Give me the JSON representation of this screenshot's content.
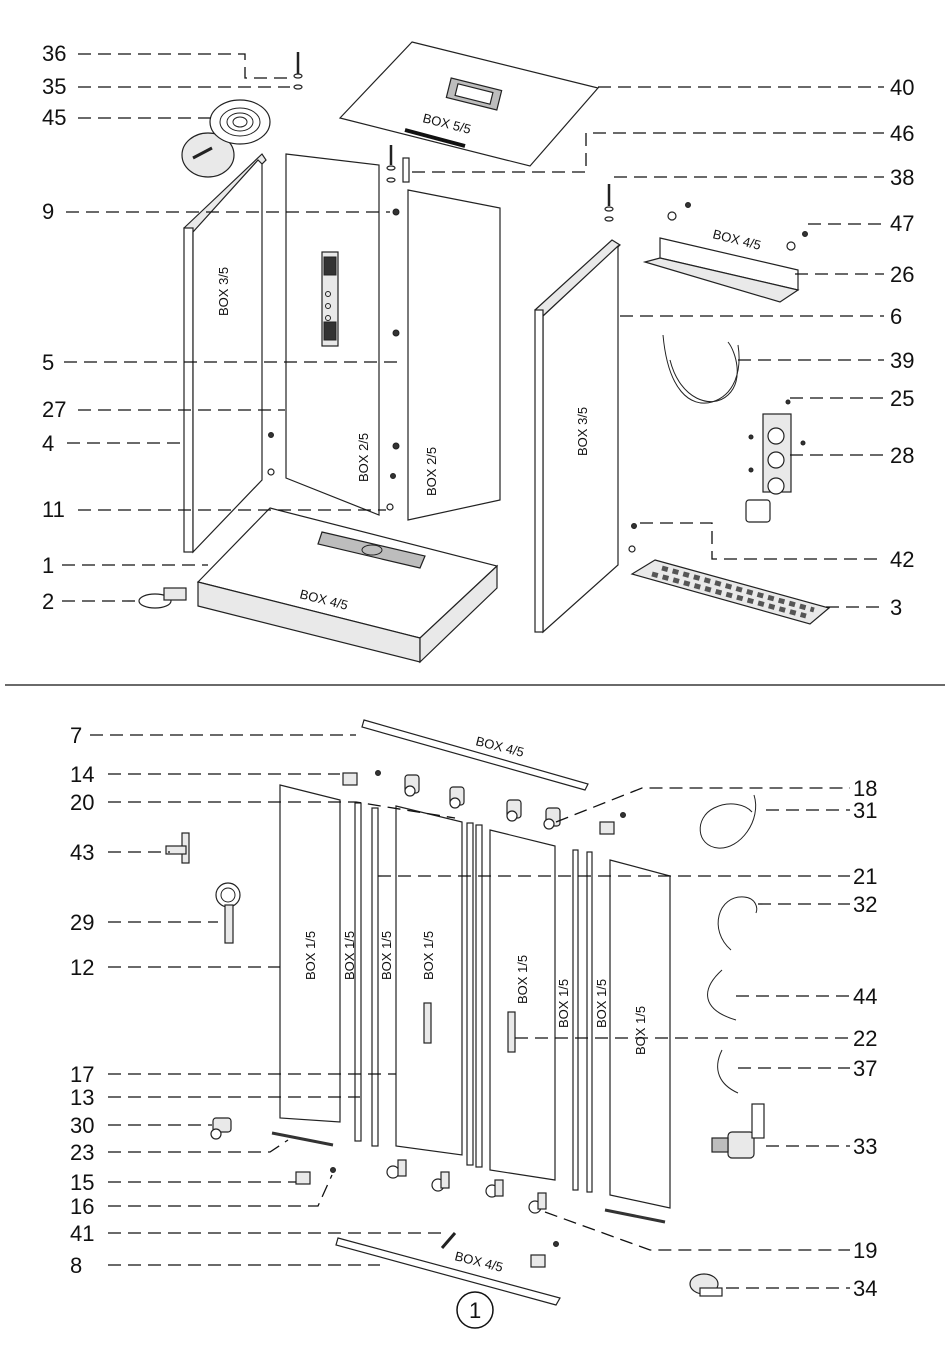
{
  "callouts_top": {
    "c36": "36",
    "c35": "35",
    "c45": "45",
    "c9": "9",
    "c5": "5",
    "c27": "27",
    "c4": "4",
    "c11": "11",
    "c1": "1",
    "c2": "2",
    "c40": "40",
    "c46": "46",
    "c38": "38",
    "c47": "47",
    "c26": "26",
    "c6": "6",
    "c39": "39",
    "c25": "25",
    "c28": "28",
    "c42": "42",
    "c3": "3"
  },
  "callouts_bottom": {
    "c7": "7",
    "c14": "14",
    "c20": "20",
    "c43": "43",
    "c29": "29",
    "c12": "12",
    "c17": "17",
    "c13": "13",
    "c30": "30",
    "c23": "23",
    "c15": "15",
    "c16": "16",
    "c41": "41",
    "c8": "8",
    "c18": "18",
    "c31": "31",
    "c21": "21",
    "c32": "32",
    "c44": "44",
    "c22": "22",
    "c37": "37",
    "c33": "33",
    "c19": "19",
    "c34": "34"
  },
  "box_labels": {
    "box5": "BOX 5/5",
    "box3_left": "BOX 3/5",
    "box2_left": "BOX 2/5",
    "box2_right": "BOX 2/5",
    "box3_right": "BOX 3/5",
    "box4_bracket": "BOX 4/5",
    "box4_tray": "BOX 4/5",
    "box4_top_rail": "BOX 4/5",
    "box4_bottom_rail": "BOX 4/5",
    "box1_a": "BOX 1/5",
    "box1_b": "BOX 1/5",
    "box1_c": "BOX 1/5",
    "box1_d": "BOX 1/5",
    "box1_e": "BOX 1/5",
    "box1_f": "BOX 1/5",
    "box1_g": "BOX 1/5",
    "box1_h": "BOX 1/5"
  },
  "page_number": "1"
}
